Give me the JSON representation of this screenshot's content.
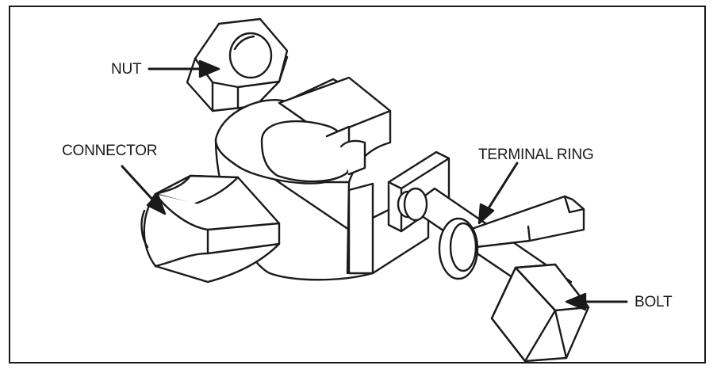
{
  "figure": {
    "labels": {
      "nut": "NUT",
      "connector": "CONNECTOR",
      "terminal_ring": "TERMINAL RING",
      "bolt": "BOLT"
    }
  },
  "colors": {
    "line": "#1a1a1a",
    "fill": "#ffffff"
  }
}
